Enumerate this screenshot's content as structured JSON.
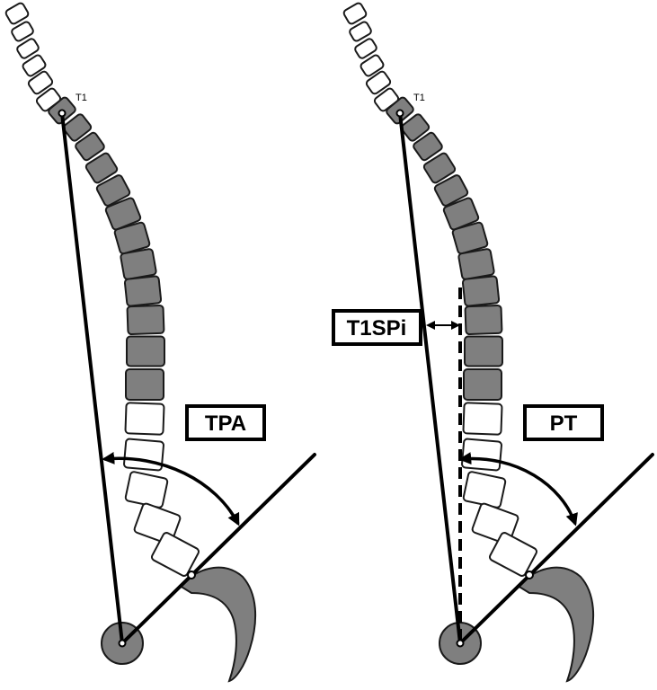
{
  "colors": {
    "thoracic_fill": "#7f7f7f",
    "cervical_lumbar_fill": "#ffffff",
    "pelvis_fill": "#7f7f7f",
    "outline": "#1a1a1a",
    "line": "#000000"
  },
  "panels": [
    {
      "id": "tpa",
      "t1_label": "T1",
      "angle_label": "TPA"
    },
    {
      "id": "pt",
      "t1_label": "T1",
      "angle_label": "PT",
      "offset_label": "T1SPi"
    }
  ]
}
